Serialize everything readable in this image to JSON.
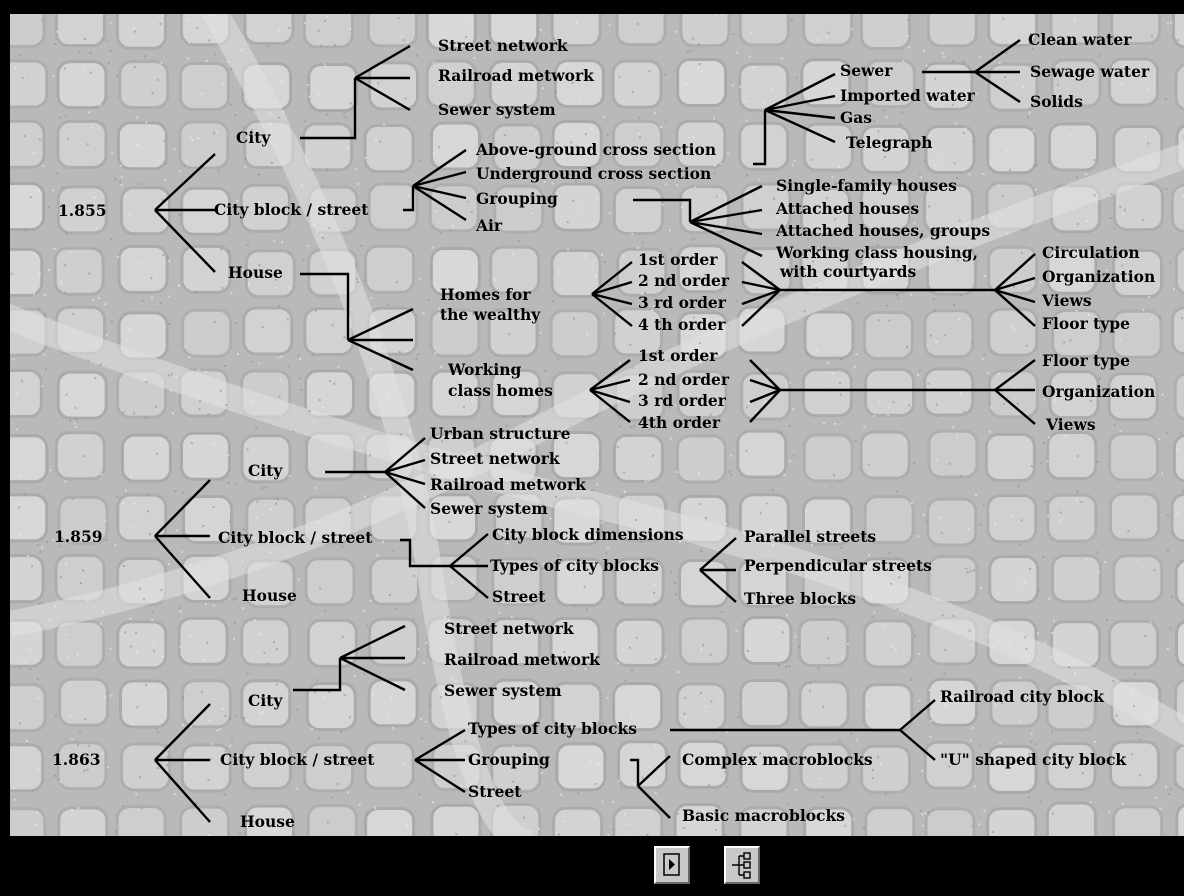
{
  "diagram": {
    "years": {
      "y1855": "1.855",
      "y1859": "1.859",
      "y1863": "1.863"
    },
    "s1855": {
      "city": "City",
      "city_children": [
        "Street network",
        "Railroad metwork",
        "Sewer system"
      ],
      "block": "City block / street",
      "block_children": [
        "Above-ground cross section",
        "Underground cross section",
        "Grouping",
        "Air"
      ],
      "utilities": [
        "Sewer",
        "Imported water",
        "Gas",
        "Telegraph"
      ],
      "sewer_children": [
        "Clean water",
        "Sewage water",
        "Solids"
      ],
      "grouping_children": [
        "Single-family houses",
        "Attached houses",
        "Attached houses, groups",
        "Working class housing,",
        "with courtyards"
      ],
      "house": "House",
      "wealthy": [
        "Homes for",
        "the wealthy"
      ],
      "working": [
        "Working",
        "class homes"
      ],
      "orders_a": [
        "1st  order",
        "2 nd order",
        "3 rd order",
        "4 th  order"
      ],
      "orders_b": [
        "1st  order",
        "2 nd order",
        "3 rd order",
        "4th  order"
      ],
      "wealthy_features": [
        "Circulation",
        "Organization",
        "Views",
        "Floor type"
      ],
      "working_features": [
        "Floor type",
        "Organization",
        "Views"
      ]
    },
    "s1859": {
      "city": "City",
      "city_children": [
        "Urban structure",
        "Street network",
        "Railroad metwork",
        "Sewer system"
      ],
      "block": "City block / street",
      "block_children": [
        "City block dimensions",
        "Types of city blocks",
        "Street"
      ],
      "types_children": [
        "Parallel streets",
        "Perpendicular streets",
        "Three blocks"
      ],
      "house": "House"
    },
    "s1863": {
      "city": "City",
      "city_children": [
        "Street network",
        "Railroad metwork",
        "Sewer system"
      ],
      "block": "City block / street",
      "block_children": [
        "Types of city blocks",
        "Grouping",
        "Street"
      ],
      "types_children": [
        "Railroad city block",
        "\"U\" shaped city block"
      ],
      "grouping_children": [
        "Complex macroblocks",
        "Basic macroblocks"
      ],
      "house": "House"
    }
  },
  "navigation": {
    "play_icon": "play-page-icon",
    "tree_icon": "tree-view-icon"
  },
  "colors": {
    "background": "#b9b9b9",
    "blocks": "#dcdcdc",
    "line": "#000000",
    "bar": "#000000"
  }
}
